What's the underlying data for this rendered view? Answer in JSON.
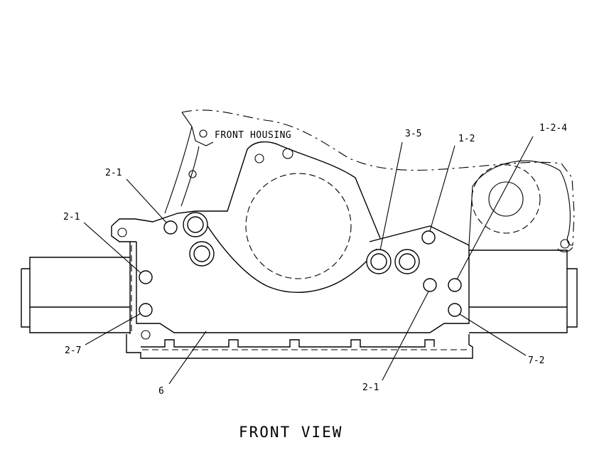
{
  "title": "FRONT VIEW",
  "housing_label": "FRONT HOUSING",
  "callouts": [
    {
      "id": "c1",
      "text": "2-1"
    },
    {
      "id": "c2",
      "text": "2-1"
    },
    {
      "id": "c3",
      "text": "2-7"
    },
    {
      "id": "c4",
      "text": "6"
    },
    {
      "id": "c5",
      "text": "3-5"
    },
    {
      "id": "c6",
      "text": "1-2"
    },
    {
      "id": "c7",
      "text": "1-2-4"
    },
    {
      "id": "c8",
      "text": "2-1"
    },
    {
      "id": "c9",
      "text": "7-2"
    }
  ]
}
